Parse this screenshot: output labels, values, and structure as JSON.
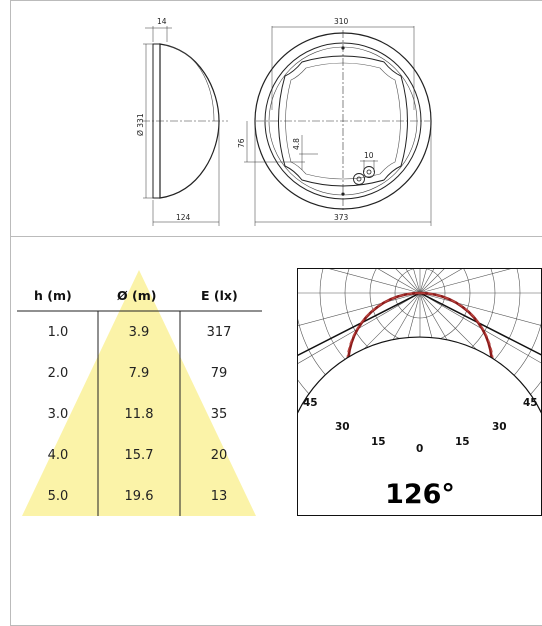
{
  "drawing": {
    "side_top_width": "14",
    "side_diameter": "Ø 331",
    "side_depth": "124",
    "front_inner_width": "310",
    "front_outer_width": "373",
    "front_offset": "76",
    "front_small_dim": "4.8",
    "front_hole": "10"
  },
  "table": {
    "headers": [
      "h (m)",
      "Ø (m)",
      "E (lx)"
    ],
    "rows": [
      [
        "1.0",
        "3.9",
        "317"
      ],
      [
        "2.0",
        "7.9",
        "79"
      ],
      [
        "3.0",
        "11.8",
        "35"
      ],
      [
        "4.0",
        "15.7",
        "20"
      ],
      [
        "5.0",
        "19.6",
        "13"
      ]
    ]
  },
  "polar": {
    "angle_labels": {
      "left_45": "45",
      "left_30": "30",
      "left_15": "15",
      "center": "0",
      "right_15": "15",
      "right_30": "30",
      "right_45": "45"
    },
    "beam_angle": "126°",
    "beam_angle_deg": 126,
    "curve_color": "#8b1a1a",
    "cone_color": "#fbf3a8"
  }
}
